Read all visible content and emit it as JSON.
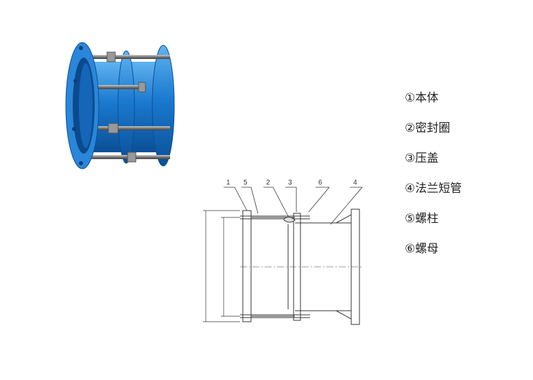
{
  "legend": [
    {
      "marker": "①",
      "label": "本体"
    },
    {
      "marker": "②",
      "label": "密封圈"
    },
    {
      "marker": "③",
      "label": "压盖"
    },
    {
      "marker": "④",
      "label": "法兰短管"
    },
    {
      "marker": "⑤",
      "label": "螺柱"
    },
    {
      "marker": "⑥",
      "label": "螺母"
    }
  ],
  "callouts": [
    "1",
    "5",
    "2",
    "3",
    "6",
    "4"
  ],
  "colors": {
    "body_blue": "#1a79cf",
    "line": "#333333"
  }
}
